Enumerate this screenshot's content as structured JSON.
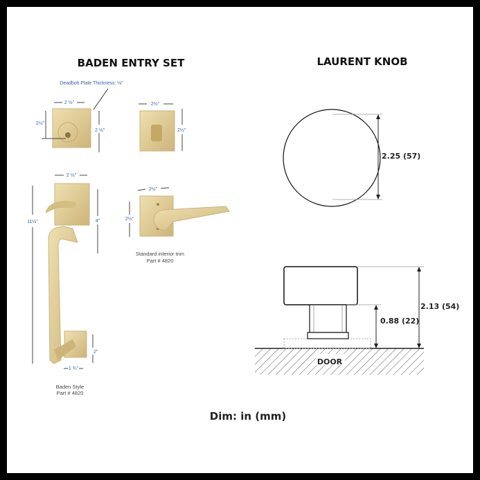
{
  "left": {
    "title": "BADEN ENTRY SET",
    "deadbolt_note": "Deadbolt Plate Thickness: ⅛\"",
    "dims": {
      "deadbolt_width": "2 ½\"",
      "deadbolt_height": "2 ½\"",
      "cylinder_offset": "1½\"",
      "thumbturn_width": "2½\"",
      "thumbturn_height": "2½\"",
      "grip_width": "2 ½\"",
      "grip_total_height": "11½\"",
      "grip_plate_height": "4\"",
      "grip_bottom_height": "2\"",
      "grip_bottom_width": "1 ¾\"",
      "lever_width": "2½\"",
      "lever_height": "2½\""
    },
    "interior_caption": "Standard interior trim",
    "interior_part": "Part # 4820",
    "grip_caption": "Baden Style",
    "grip_part": "Part # 4820"
  },
  "right": {
    "title": "LAURENT KNOB",
    "diameter": "2.25 (57)",
    "projection": "2.13 (54)",
    "neck_height": "0.88 (22)",
    "door_label": "DOOR"
  },
  "footer": "Dim: in (mm)",
  "colors": {
    "brass": "#d8c48c",
    "dim_blue": "#2f64a8"
  }
}
